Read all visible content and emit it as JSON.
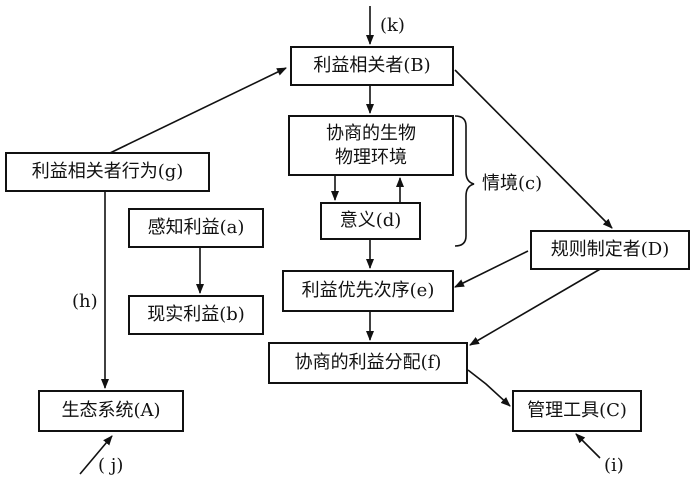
{
  "nodes": {
    "stakeholders_B": "利益相关者(B)",
    "bio_env_line1": "协商的生物",
    "bio_env_line2": "物理环境",
    "meaning_d": "意义(d)",
    "stakeholder_behavior_g": "利益相关者行为(g)",
    "perceived_a": "感知利益(a)",
    "real_b": "现实利益(b)",
    "priority_e": "利益优先次序(e)",
    "rule_makers_D": "规则制定者(D)",
    "distribution_f": "协商的利益分配(f)",
    "ecosystem_A": "生态系统(A)",
    "tools_C": "管理工具(C)"
  },
  "labels": {
    "context_c": "情境(c)",
    "k": "(k)",
    "h": "(h)",
    "j": "( j)",
    "i": "(i)"
  }
}
